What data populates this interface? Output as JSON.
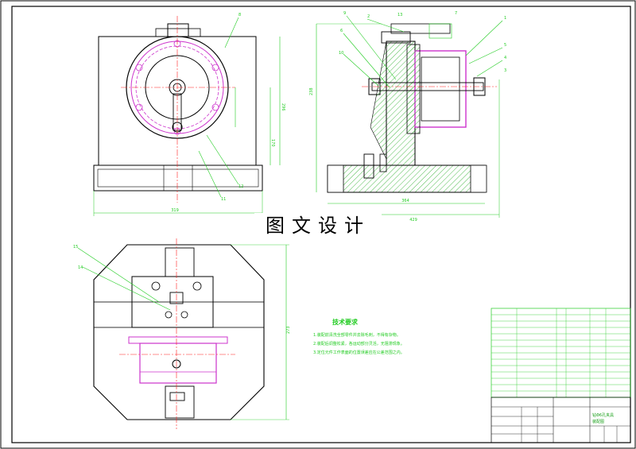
{
  "watermark": {
    "text": "图文设计"
  },
  "technical_requirements": {
    "title": "技术要求",
    "items": [
      "1.装配前清洗全部零件并去除毛刺，不得有杂物。",
      "2.装配后调整松紧，各运动部分灵活，无阻滞现象。",
      "3.定位元件工作表面的位置误差应在公差范围之内。"
    ]
  },
  "title_block": {
    "drawing_name_line1": "钻Φ6孔夹具",
    "drawing_name_line2": "装配图"
  },
  "front_view": {
    "dimension_width": "319",
    "dimension_height": "296",
    "dimension_mid": "170",
    "leader_labels": [
      "8",
      "11",
      "12"
    ]
  },
  "side_view": {
    "dimension_height": "238",
    "dimension_width": "364",
    "dimension_total": "429",
    "leader_labels": [
      "9",
      "2",
      "13",
      "7",
      "1",
      "5",
      "6",
      "4",
      "10",
      "3"
    ]
  },
  "top_view": {
    "dimension_height": "273",
    "leader_labels": [
      "15",
      "14"
    ]
  },
  "colors": {
    "outline": "#000000",
    "annotation": "#22cc22",
    "centerline": "#ff2020",
    "accent": "#cc33cc"
  }
}
